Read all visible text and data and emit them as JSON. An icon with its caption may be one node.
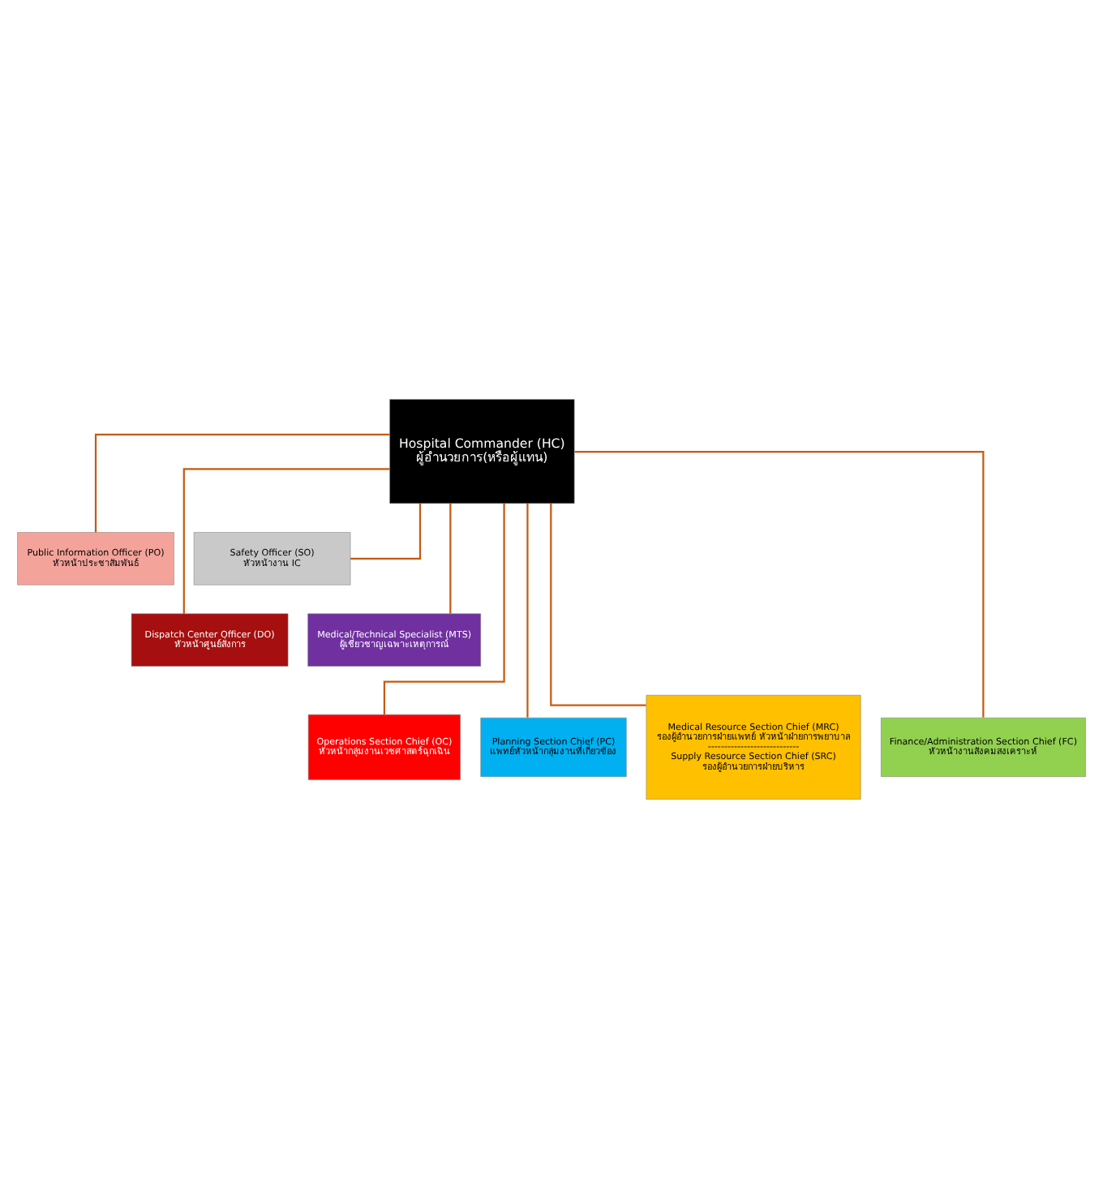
{
  "diagram": {
    "nodes": [
      {
        "text": [
          "Hospital Commander (HC)",
          "ผู้อำนวยการ(หรือผู้แทน)"
        ]
      },
      {
        "text": [
          "Public Information Officer (PO)",
          "หัวหน้าประชาสัมพันธ์"
        ]
      },
      {
        "text": [
          "Safety Officer (SO)",
          "หัวหน้างาน IC"
        ]
      },
      {
        "text": [
          "Dispatch Center Officer (DO)",
          "หัวหน้าศูนย์สั่งการ"
        ]
      },
      {
        "text": [
          "Medical/Technical Specialist (MTS)",
          "ผู้เชี่ยวชาญเฉพาะเหตุการณ์"
        ]
      },
      {
        "text": [
          "Operations Section Chief (OC)",
          "หัวหน้ากลุ่มงานเวชศาสตร์ฉุกเฉิน"
        ]
      },
      {
        "text": [
          "Planning Section Chief (PC)",
          "แพทย์หัวหน้ากลุ่มงานที่เกี่ยวข้อง"
        ]
      },
      {
        "text": [
          "Medical Resource Section Chief (MRC)",
          "รองผู้อำนวยการฝ่ายแพทย์ หัวหน้าฝ่ายการพยาบาล",
          "----------------------------",
          "Supply Resource Section Chief (SRC)",
          "รองผู้อำนวยการฝ่ายบริหาร"
        ]
      },
      {
        "text": [
          "Finance/Administration Section Chief (FC)",
          "หัวหน้างานสังคมสงเคราะห์"
        ]
      }
    ],
    "edges": [
      {
        "from": 0,
        "to": 1,
        "arrow": "none"
      },
      {
        "from": 0,
        "to": 2,
        "arrow": "none"
      },
      {
        "from": 0,
        "to": 3,
        "arrow": "none"
      },
      {
        "from": 0,
        "to": 4,
        "arrow": "none"
      },
      {
        "from": 0,
        "to": 5,
        "arrow": "none"
      },
      {
        "from": 0,
        "to": 6,
        "arrow": "none"
      },
      {
        "from": 0,
        "to": 7,
        "arrow": "none"
      },
      {
        "from": 0,
        "to": 8,
        "arrow": "none"
      }
    ]
  }
}
